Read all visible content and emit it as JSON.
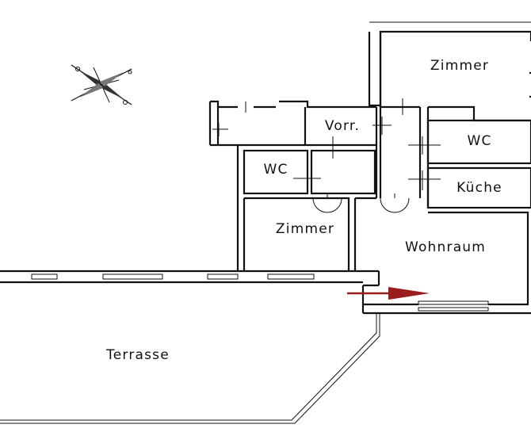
{
  "plan": {
    "rooms": [
      {
        "key": "zimmer_top",
        "label": "Zimmer"
      },
      {
        "key": "vorr",
        "label": "Vorr."
      },
      {
        "key": "wc_right",
        "label": "WC"
      },
      {
        "key": "wc_left",
        "label": "WC"
      },
      {
        "key": "kueche",
        "label": "Küche"
      },
      {
        "key": "zimmer_bottom",
        "label": "Zimmer"
      },
      {
        "key": "wohnraum",
        "label": "Wohnraum"
      },
      {
        "key": "terrasse",
        "label": "Terrasse"
      }
    ],
    "compass": {
      "icon": "compass-rose-icon"
    },
    "entrance_arrow": {
      "icon": "entrance-arrow-icon",
      "color": "#9b1c1c"
    },
    "line_color": "#111111"
  }
}
